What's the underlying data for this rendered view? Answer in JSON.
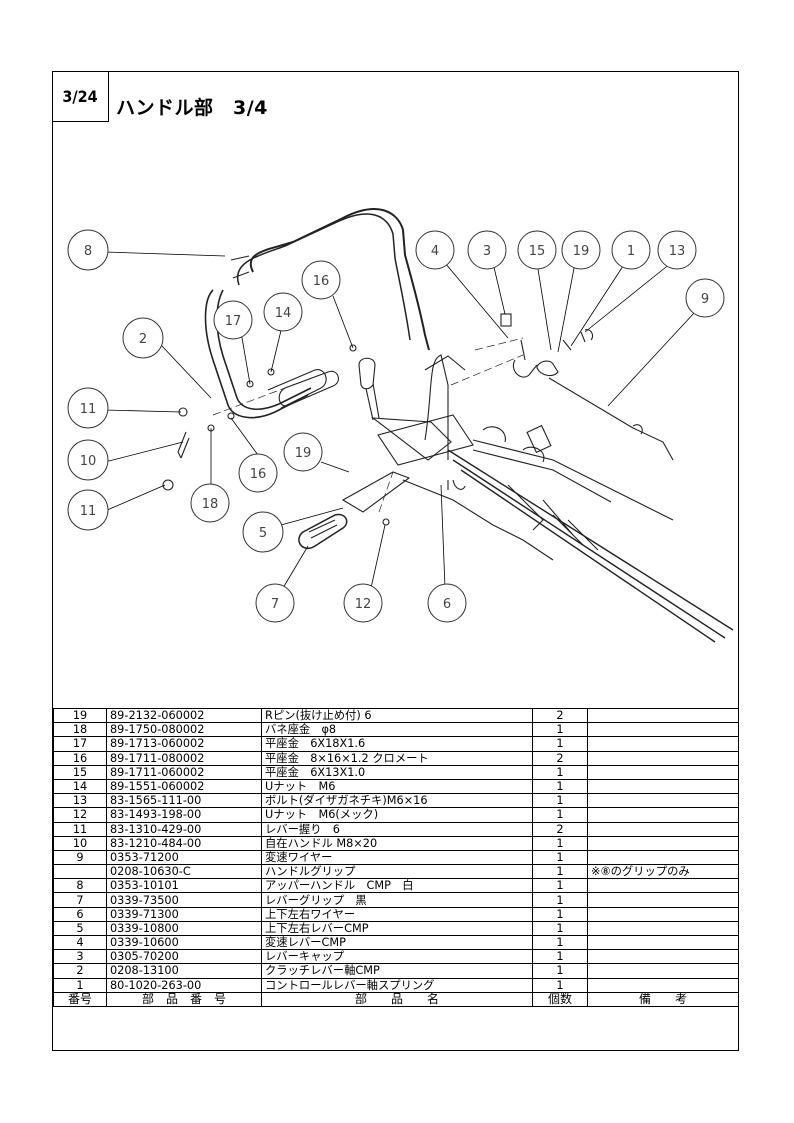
{
  "header": {
    "page_number": "3/24",
    "title": "ハンドル部　3/4"
  },
  "callouts": [
    "8",
    "16",
    "17",
    "14",
    "2",
    "11",
    "10",
    "11",
    "18",
    "16",
    "19",
    "5",
    "7",
    "12",
    "6",
    "4",
    "3",
    "15",
    "19",
    "1",
    "13",
    "9"
  ],
  "table": {
    "columns": [
      "番号",
      "部　品　番　号",
      "部　　品　　名",
      "個数",
      "備　　考"
    ],
    "rows": [
      [
        "19",
        "89-2132-060002",
        "Rピン(抜け止め付) 6",
        "2",
        ""
      ],
      [
        "18",
        "89-1750-080002",
        "バネ座金　φ8",
        "1",
        ""
      ],
      [
        "17",
        "89-1713-060002",
        "平座金　6X18X1.6",
        "1",
        ""
      ],
      [
        "16",
        "89-1711-080002",
        "平座金　8×16×1.2 クロメート",
        "2",
        ""
      ],
      [
        "15",
        "89-1711-060002",
        "平座金　6X13X1.0",
        "1",
        ""
      ],
      [
        "14",
        "89-1551-060002",
        "Uナット　M6",
        "1",
        ""
      ],
      [
        "13",
        "83-1565-111-00",
        "ボルト(ダイザガネチキ)M6×16",
        "1",
        ""
      ],
      [
        "12",
        "83-1493-198-00",
        "Uナット　M6(メック)",
        "1",
        ""
      ],
      [
        "11",
        "83-1310-429-00",
        "レバー握り　6",
        "2",
        ""
      ],
      [
        "10",
        "83-1210-484-00",
        "自在ハンドル M8×20",
        "1",
        ""
      ],
      [
        "9",
        "0353-71200",
        "変速ワイヤー",
        "1",
        ""
      ],
      [
        "",
        "0208-10630-C",
        "ハンドルグリップ",
        "1",
        "※⑧のグリップのみ"
      ],
      [
        "8",
        "0353-10101",
        "アッパーハンドル　CMP　白",
        "1",
        ""
      ],
      [
        "7",
        "0339-73500",
        "レバーグリップ　黒",
        "1",
        ""
      ],
      [
        "6",
        "0339-71300",
        "上下左右ワイヤー",
        "1",
        ""
      ],
      [
        "5",
        "0339-10800",
        "上下左右レバーCMP",
        "1",
        ""
      ],
      [
        "4",
        "0339-10600",
        "変速レバーCMP",
        "1",
        ""
      ],
      [
        "3",
        "0305-70200",
        "レバーキャップ",
        "1",
        ""
      ],
      [
        "2",
        "0208-13100",
        "クラッチレバー軸CMP",
        "1",
        ""
      ],
      [
        "1",
        "80-1020-263-00",
        "コントロールレバー軸スプリング",
        "1",
        ""
      ]
    ]
  }
}
